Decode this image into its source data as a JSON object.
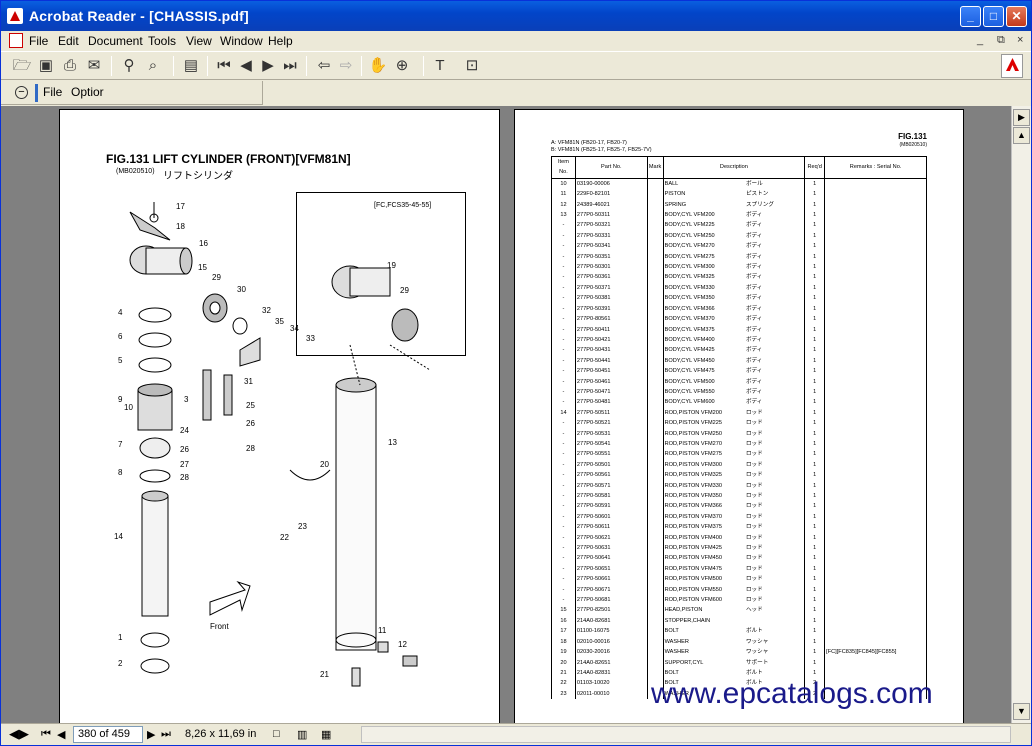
{
  "window": {
    "title": "Acrobat Reader - [CHASSIS.pdf]",
    "controls": [
      "_",
      "□",
      "✕"
    ]
  },
  "menubar": {
    "items": [
      "File",
      "Edit",
      "Document",
      "Tools",
      "View",
      "Window",
      "Help"
    ],
    "mdi_controls": [
      "_",
      "⧉",
      "×"
    ]
  },
  "toolbar2": {
    "items": [
      "File",
      "Optior"
    ]
  },
  "left_page": {
    "fig_title": "FIG.131     LIFT CYLINDER (FRONT)[VFM81N]",
    "fig_code": "(MB020510)",
    "fig_jp": "リフトシリンダ",
    "inset_label": "[FC,FCS35-45-55]",
    "front_label": "Front",
    "callouts": [
      "17",
      "18",
      "16",
      "15",
      "29",
      "30",
      "32",
      "35",
      "34",
      "33",
      "4",
      "6",
      "5",
      "31",
      "25",
      "9",
      "10",
      "3",
      "26",
      "24",
      "28",
      "7",
      "26",
      "27",
      "28",
      "8",
      "13",
      "20",
      "14",
      "22",
      "23",
      "19",
      "29",
      "1",
      "2",
      "11",
      "12",
      "21"
    ]
  },
  "right_page": {
    "fig": "FIG.131",
    "fig_code": "(MB020510)",
    "model_line_a": "A: VFM81N (FB20-17, FB20-7)",
    "model_line_b": "B: VFM81N (FB25-17, FB25-7, FB25-7V)",
    "headers": [
      "Item No.",
      "Part No.",
      "Mark",
      "Description",
      "Req'd",
      "Remarks : Serial No."
    ],
    "rows": [
      {
        "item": "10",
        "part": "03190-00006",
        "desc": "BALL",
        "jp": "ボール",
        "qty": "1",
        "rem": ""
      },
      {
        "item": "11",
        "part": "229F0-82101",
        "desc": "PISTON",
        "jp": "ピストン",
        "qty": "1",
        "rem": ""
      },
      {
        "item": "12",
        "part": "24389-46021",
        "desc": "SPRING",
        "jp": "スプリング",
        "qty": "1",
        "rem": ""
      },
      {
        "item": "13",
        "part": "277P0-50311",
        "desc": "BODY,CYL  VFM200",
        "jp": "ボディ",
        "qty": "1",
        "rem": ""
      },
      {
        "item": "-",
        "part": "277P0-50321",
        "desc": "BODY,CYL  VFM225",
        "jp": "ボディ",
        "qty": "1",
        "rem": ""
      },
      {
        "item": "-",
        "part": "277P0-50331",
        "desc": "BODY,CYL  VFM250",
        "jp": "ボディ",
        "qty": "1",
        "rem": ""
      },
      {
        "item": "-",
        "part": "277P0-50341",
        "desc": "BODY,CYL  VFM270",
        "jp": "ボディ",
        "qty": "1",
        "rem": ""
      },
      {
        "item": "-",
        "part": "277P0-50351",
        "desc": "BODY,CYL  VFM275",
        "jp": "ボディ",
        "qty": "1",
        "rem": ""
      },
      {
        "item": "-",
        "part": "277P0-50301",
        "desc": "BODY,CYL  VFM300",
        "jp": "ボディ",
        "qty": "1",
        "rem": ""
      },
      {
        "item": "-",
        "part": "277P0-50361",
        "desc": "BODY,CYL  VFM325",
        "jp": "ボディ",
        "qty": "1",
        "rem": ""
      },
      {
        "item": "-",
        "part": "277P0-50371",
        "desc": "BODY,CYL  VFM330",
        "jp": "ボディ",
        "qty": "1",
        "rem": ""
      },
      {
        "item": "-",
        "part": "277P0-50381",
        "desc": "BODY,CYL  VFM350",
        "jp": "ボディ",
        "qty": "1",
        "rem": ""
      },
      {
        "item": "-",
        "part": "277P0-50391",
        "desc": "BODY,CYL  VFM366",
        "jp": "ボディ",
        "qty": "1",
        "rem": ""
      },
      {
        "item": "-",
        "part": "277P0-80561",
        "desc": "BODY,CYL  VFM370",
        "jp": "ボディ",
        "qty": "1",
        "rem": ""
      },
      {
        "item": "-",
        "part": "277P0-50411",
        "desc": "BODY,CYL  VFM375",
        "jp": "ボディ",
        "qty": "1",
        "rem": ""
      },
      {
        "item": "-",
        "part": "277P0-50421",
        "desc": "BODY,CYL  VFM400",
        "jp": "ボディ",
        "qty": "1",
        "rem": ""
      },
      {
        "item": "-",
        "part": "277P0-50431",
        "desc": "BODY,CYL  VFM425",
        "jp": "ボディ",
        "qty": "1",
        "rem": ""
      },
      {
        "item": "-",
        "part": "277P0-50441",
        "desc": "BODY,CYL  VFM450",
        "jp": "ボディ",
        "qty": "1",
        "rem": ""
      },
      {
        "item": "-",
        "part": "277P0-50451",
        "desc": "BODY,CYL  VFM475",
        "jp": "ボディ",
        "qty": "1",
        "rem": ""
      },
      {
        "item": "-",
        "part": "277P0-50461",
        "desc": "BODY,CYL  VFM500",
        "jp": "ボディ",
        "qty": "1",
        "rem": ""
      },
      {
        "item": "-",
        "part": "277P0-50471",
        "desc": "BODY,CYL  VFM550",
        "jp": "ボディ",
        "qty": "1",
        "rem": ""
      },
      {
        "item": "-",
        "part": "277P0-50481",
        "desc": "BODY,CYL  VFM600",
        "jp": "ボディ",
        "qty": "1",
        "rem": ""
      },
      {
        "item": "14",
        "part": "277P0-50511",
        "desc": "ROD,PISTON  VFM200",
        "jp": "ロッド",
        "qty": "1",
        "rem": ""
      },
      {
        "item": "-",
        "part": "277P0-50521",
        "desc": "ROD,PISTON  VFM225",
        "jp": "ロッド",
        "qty": "1",
        "rem": ""
      },
      {
        "item": "-",
        "part": "277P0-50531",
        "desc": "ROD,PISTON  VFM250",
        "jp": "ロッド",
        "qty": "1",
        "rem": ""
      },
      {
        "item": "-",
        "part": "277P0-50541",
        "desc": "ROD,PISTON  VFM270",
        "jp": "ロッド",
        "qty": "1",
        "rem": ""
      },
      {
        "item": "-",
        "part": "277P0-50551",
        "desc": "ROD,PISTON  VFM275",
        "jp": "ロッド",
        "qty": "1",
        "rem": ""
      },
      {
        "item": "-",
        "part": "277P0-50501",
        "desc": "ROD,PISTON  VFM300",
        "jp": "ロッド",
        "qty": "1",
        "rem": ""
      },
      {
        "item": "-",
        "part": "277P0-50561",
        "desc": "ROD,PISTON  VFM325",
        "jp": "ロッド",
        "qty": "1",
        "rem": ""
      },
      {
        "item": "-",
        "part": "277P0-50571",
        "desc": "ROD,PISTON  VFM330",
        "jp": "ロッド",
        "qty": "1",
        "rem": ""
      },
      {
        "item": "-",
        "part": "277P0-50581",
        "desc": "ROD,PISTON  VFM350",
        "jp": "ロッド",
        "qty": "1",
        "rem": ""
      },
      {
        "item": "-",
        "part": "277P0-50591",
        "desc": "ROD,PISTON  VFM366",
        "jp": "ロッド",
        "qty": "1",
        "rem": ""
      },
      {
        "item": "-",
        "part": "277P0-50601",
        "desc": "ROD,PISTON  VFM370",
        "jp": "ロッド",
        "qty": "1",
        "rem": ""
      },
      {
        "item": "-",
        "part": "277P0-50611",
        "desc": "ROD,PISTON  VFM375",
        "jp": "ロッド",
        "qty": "1",
        "rem": ""
      },
      {
        "item": "-",
        "part": "277P0-50621",
        "desc": "ROD,PISTON  VFM400",
        "jp": "ロッド",
        "qty": "1",
        "rem": ""
      },
      {
        "item": "-",
        "part": "277P0-50631",
        "desc": "ROD,PISTON  VFM425",
        "jp": "ロッド",
        "qty": "1",
        "rem": ""
      },
      {
        "item": "-",
        "part": "277P0-50641",
        "desc": "ROD,PISTON  VFM450",
        "jp": "ロッド",
        "qty": "1",
        "rem": ""
      },
      {
        "item": "-",
        "part": "277P0-50651",
        "desc": "ROD,PISTON  VFM475",
        "jp": "ロッド",
        "qty": "1",
        "rem": ""
      },
      {
        "item": "-",
        "part": "277P0-50661",
        "desc": "ROD,PISTON  VFM500",
        "jp": "ロッド",
        "qty": "1",
        "rem": ""
      },
      {
        "item": "-",
        "part": "277P0-50671",
        "desc": "ROD,PISTON  VFM550",
        "jp": "ロッド",
        "qty": "1",
        "rem": ""
      },
      {
        "item": "-",
        "part": "277P0-50681",
        "desc": "ROD,PISTON  VFM600",
        "jp": "ロッド",
        "qty": "1",
        "rem": ""
      },
      {
        "item": "15",
        "part": "277P0-82501",
        "desc": "HEAD,PISTON",
        "jp": "ヘッド",
        "qty": "1",
        "rem": ""
      },
      {
        "item": "16",
        "part": "214A0-82681",
        "desc": "STOPPER,CHAIN",
        "jp": "",
        "qty": "1",
        "rem": ""
      },
      {
        "item": "17",
        "part": "01100-16075",
        "desc": "BOLT",
        "jp": "ボルト",
        "qty": "1",
        "rem": ""
      },
      {
        "item": "18",
        "part": "02010-00016",
        "desc": "WASHER",
        "jp": "ワッシャ",
        "qty": "1",
        "rem": ""
      },
      {
        "item": "19",
        "part": "02030-20016",
        "desc": "WASHER",
        "jp": "ワッシャ",
        "qty": "1",
        "rem": "[FC][FC835][FC845][FC855]"
      },
      {
        "item": "20",
        "part": "214A0-82651",
        "desc": "SUPPORT,CYL",
        "jp": "サポート",
        "qty": "1",
        "rem": ""
      },
      {
        "item": "21",
        "part": "214A0-82831",
        "desc": "BOLT",
        "jp": "ボルト",
        "qty": "1",
        "rem": ""
      },
      {
        "item": "22",
        "part": "01103-10020",
        "desc": "BOLT",
        "jp": "ボルト",
        "qty": "2",
        "rem": ""
      },
      {
        "item": "23",
        "part": "02011-00010",
        "desc": "WASHER",
        "jp": "",
        "qty": "2",
        "rem": ""
      }
    ]
  },
  "watermark": "www.epcatalogs.com",
  "statusbar": {
    "page_display": "380 of 459",
    "page_size": "8,26 x 11,69 in"
  }
}
